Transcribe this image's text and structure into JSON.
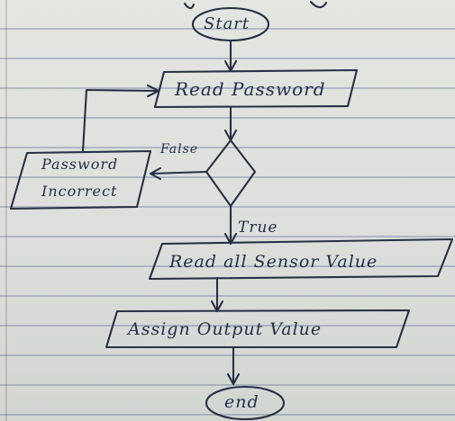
{
  "flowchart": {
    "nodes": {
      "start": "Start",
      "read_password": "Read Password",
      "decision": "",
      "password_incorrect_line1": "Password",
      "password_incorrect_line2": "Incorrect",
      "read_sensor": "Read all Sensor Value",
      "assign_output": "Assign Output Value",
      "end": "end"
    },
    "edges": {
      "false_label": "False",
      "true_label": "True"
    },
    "ink_color": "#283044"
  }
}
